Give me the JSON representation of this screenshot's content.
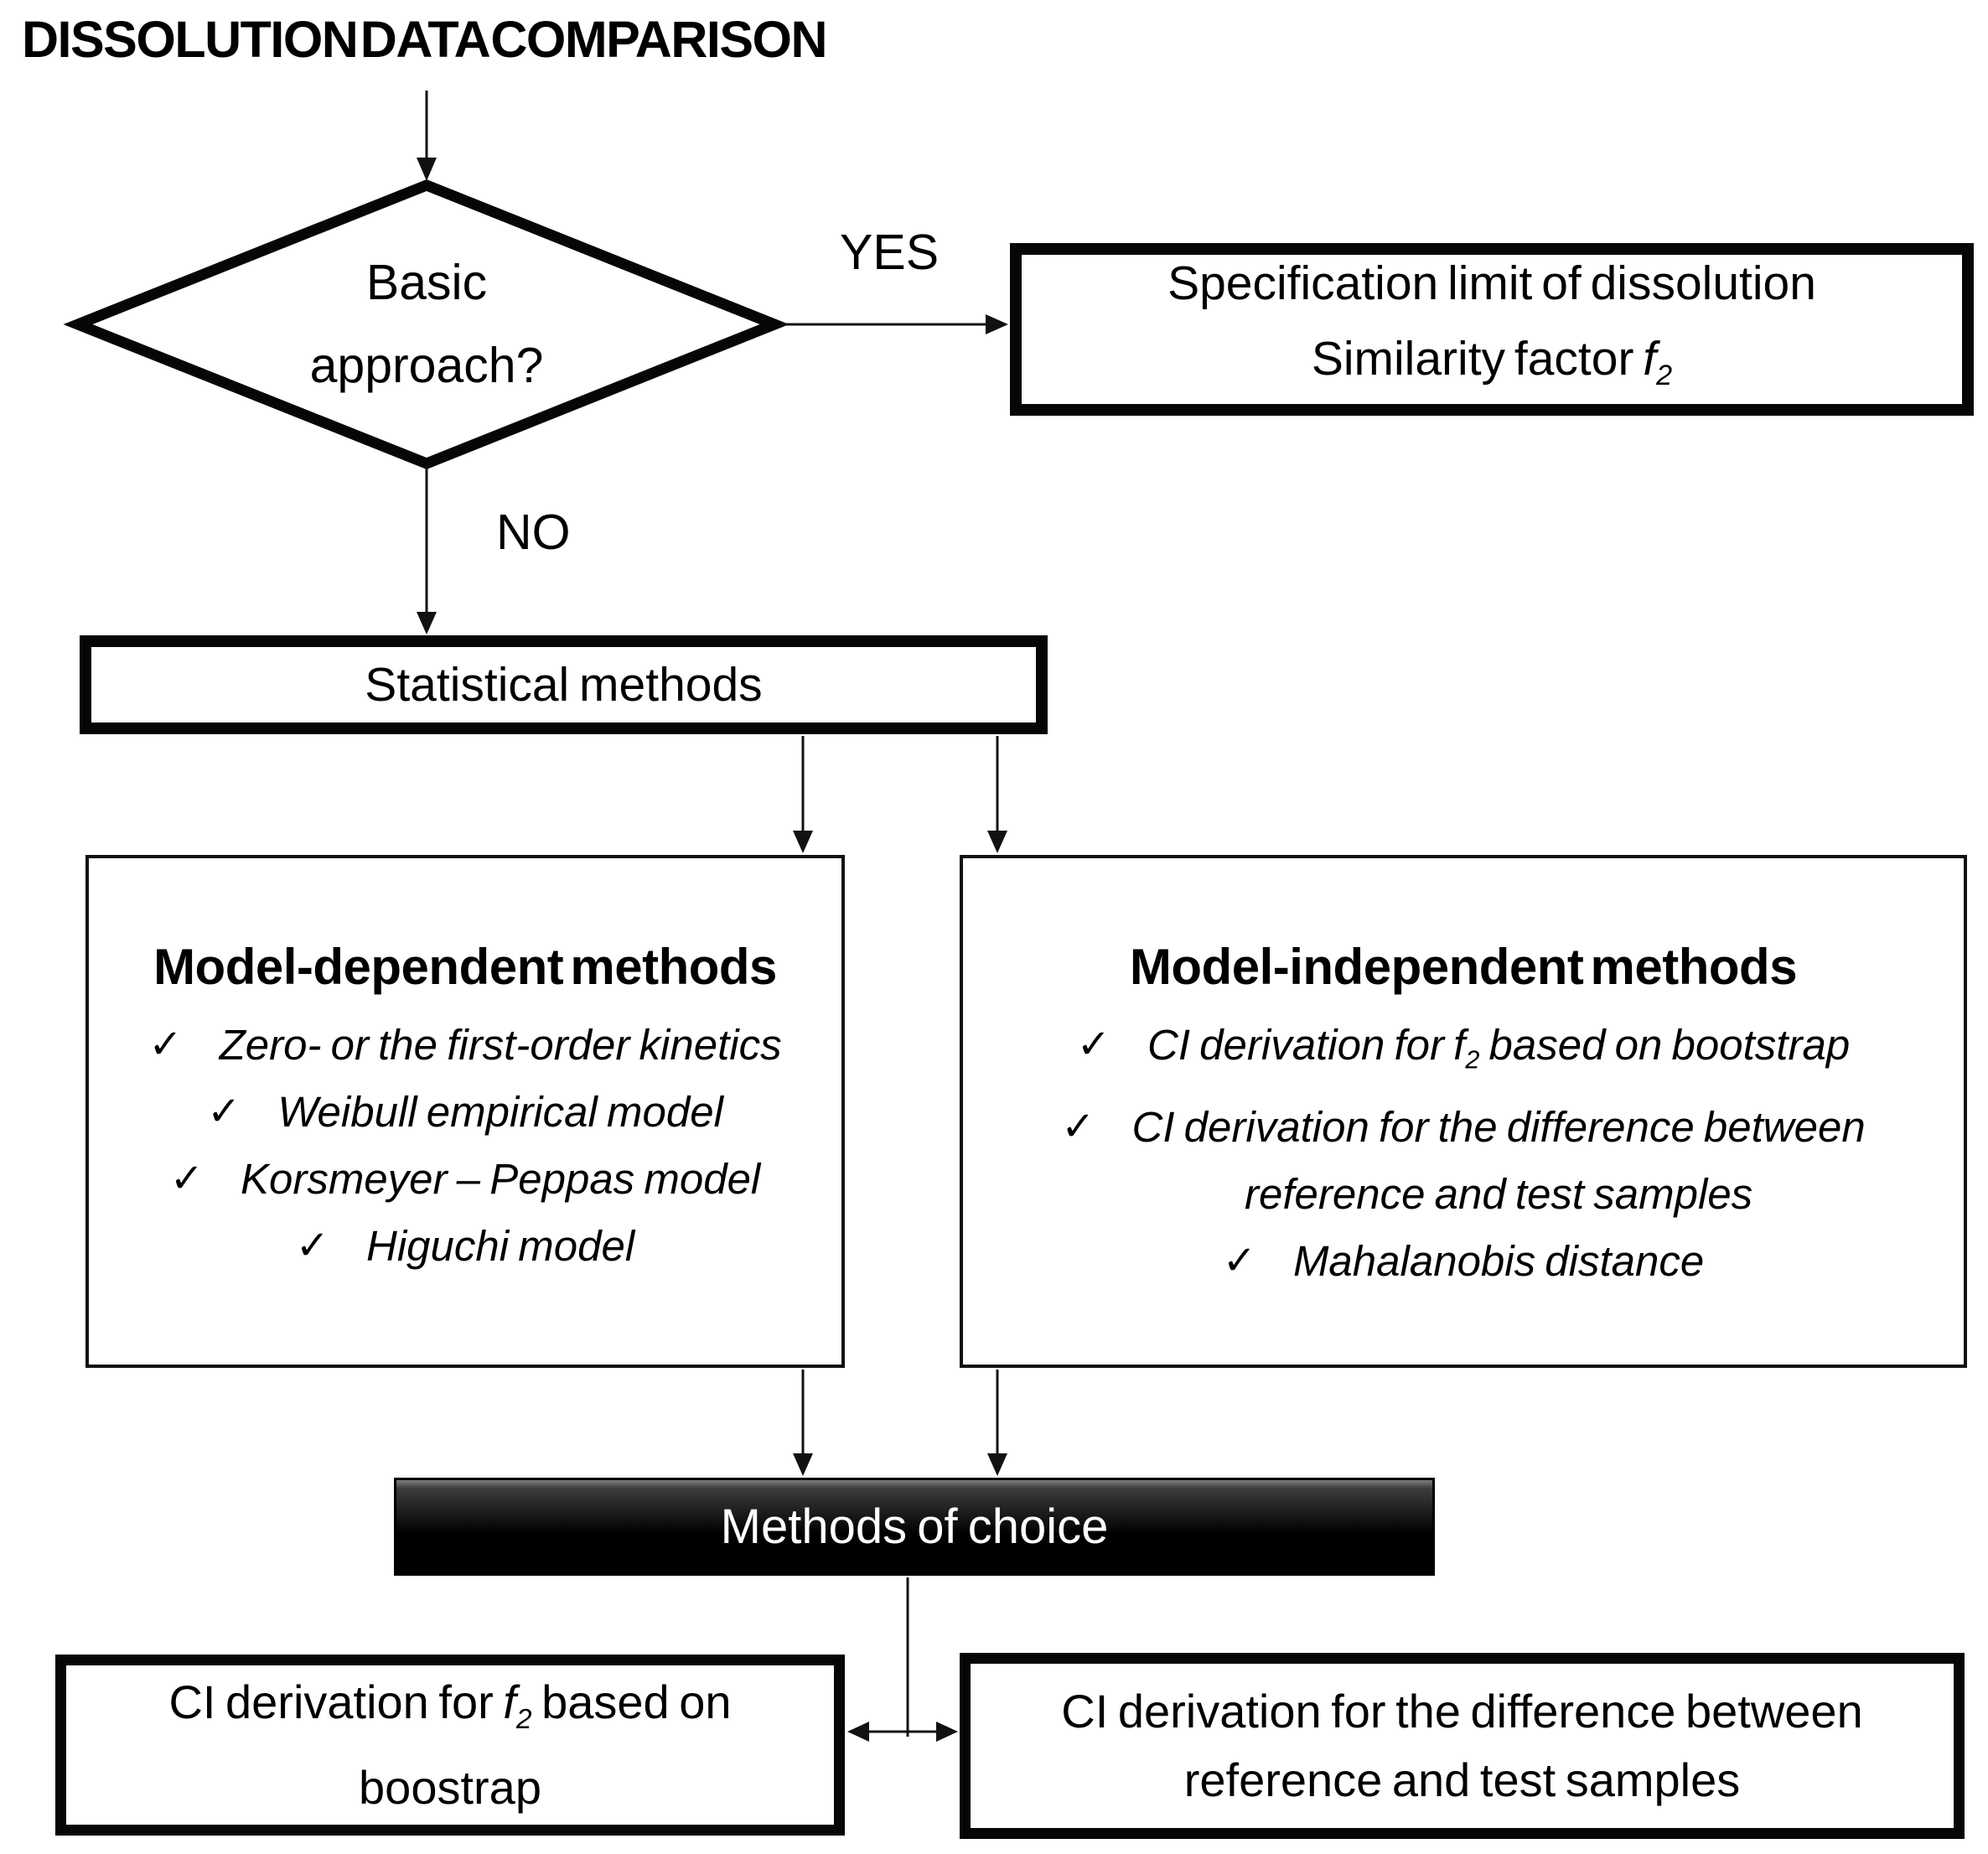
{
  "title": "DISSOLUTION DATA COMPARISON",
  "check_glyph": "✓",
  "decision": {
    "line1": "Basic",
    "line2": "approach?",
    "yes_label": "YES",
    "no_label": "NO"
  },
  "spec_box": {
    "line1": "Specification limit of dissolution",
    "line2_prefix": "Similarity factor ",
    "f": "f",
    "sub": "2"
  },
  "statistical_box": {
    "label": "Statistical methods"
  },
  "model_dependent": {
    "header": "Model-dependent methods",
    "items": [
      "Zero- or the first-order kinetics",
      "Weibull empirical model",
      "Korsmeyer – Peppas model",
      "Higuchi model"
    ]
  },
  "model_independent": {
    "header": "Model-independent methods",
    "item1": {
      "prefix": "CI derivation for ",
      "f": "f",
      "sub": "2",
      "suffix": " based on bootstrap"
    },
    "item2_line1": "CI derivation for the difference between",
    "item2_line2": "reference and test samples",
    "item3": "Mahalanobis distance"
  },
  "methods_of_choice": {
    "label": "Methods of choice"
  },
  "bottom_left": {
    "line1_prefix": "CI derivation for ",
    "f": "f",
    "sub": "2",
    "line1_suffix": " based on",
    "line2": "boostrap"
  },
  "bottom_right": {
    "line1": "CI derivation for the difference between",
    "line2": "reference and test samples"
  },
  "colors": {
    "ink": "#000000",
    "line": "#111111",
    "background": "#ffffff",
    "dark_box_top": "#3c3c3c",
    "dark_box_bottom": "#000000",
    "dark_box_text": "#ffffff"
  }
}
